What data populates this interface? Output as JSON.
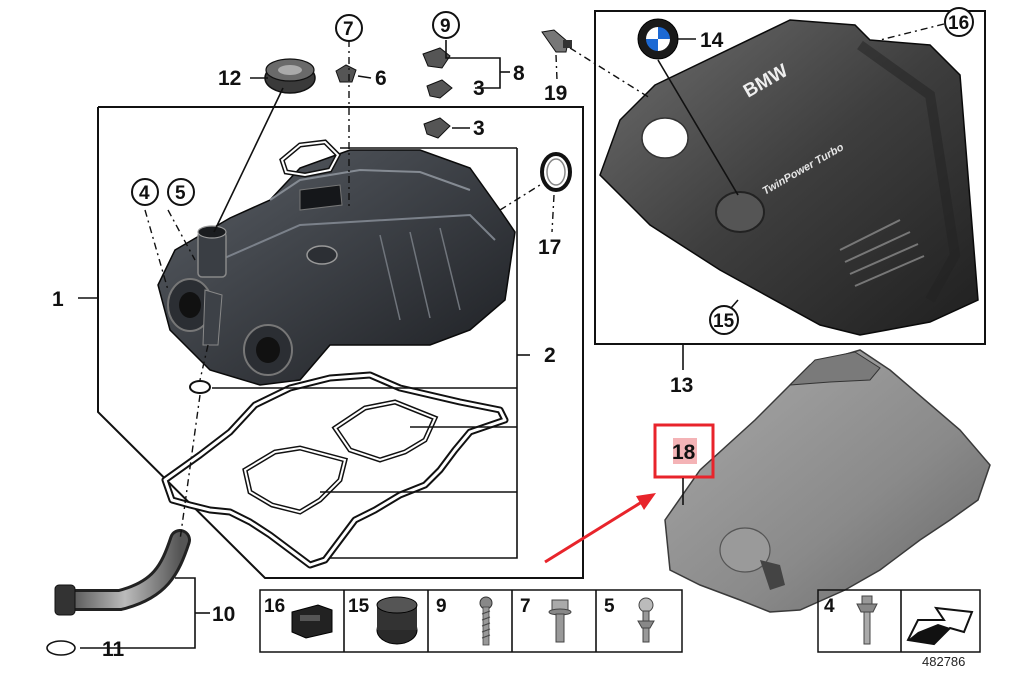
{
  "diagram_id": "482786",
  "highlight_color": "#e8242b",
  "cover_brand": "BMW",
  "cover_text": "TwinPower Turbo",
  "callouts": {
    "c1": "1",
    "c2": "2",
    "c3a": "3",
    "c3b": "3",
    "c4": "4",
    "c5": "5",
    "c6": "6",
    "c7": "7",
    "c8": "8",
    "c9": "9",
    "c10": "10",
    "c11": "11",
    "c12": "12",
    "c13": "13",
    "c14": "14",
    "c15": "15",
    "c16": "16",
    "c17": "17",
    "c18": "18",
    "c19": "19"
  },
  "legend_items": [
    {
      "number": "16",
      "icon": "rubber-mount-icon"
    },
    {
      "number": "15",
      "icon": "grommet-icon"
    },
    {
      "number": "9",
      "icon": "screw-icon"
    },
    {
      "number": "7",
      "icon": "bolt-icon"
    },
    {
      "number": "5",
      "icon": "ball-stud-icon"
    }
  ],
  "legend_right": {
    "number": "4",
    "icon": "stud-bolt-icon"
  }
}
